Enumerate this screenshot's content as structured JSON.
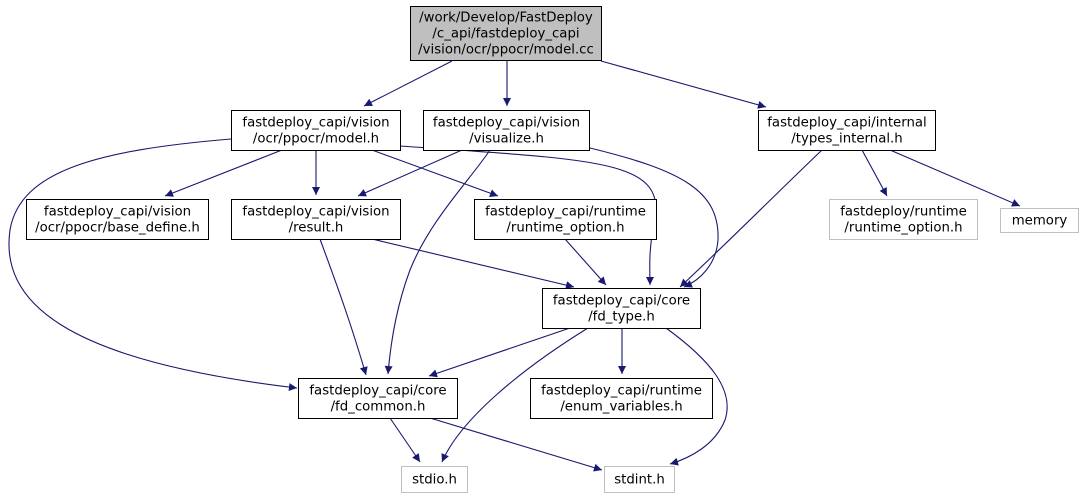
{
  "colors": {
    "edge": "#191970",
    "node_border": "#000000",
    "external_border": "#bfbfbf",
    "root_fill": "#bfbfbf",
    "node_fill": "#ffffff"
  },
  "nodes": [
    {
      "id": "root",
      "lines": [
        "/work/Develop/FastDeploy",
        "/c_api/fastdeploy_capi",
        "/vision/ocr/ppocr/model.cc"
      ]
    },
    {
      "id": "model_h",
      "lines": [
        "fastdeploy_capi/vision",
        "/ocr/ppocr/model.h"
      ]
    },
    {
      "id": "visualize_h",
      "lines": [
        "fastdeploy_capi/vision",
        "/visualize.h"
      ]
    },
    {
      "id": "types_internal_h",
      "lines": [
        "fastdeploy_capi/internal",
        "/types_internal.h"
      ]
    },
    {
      "id": "base_define_h",
      "lines": [
        "fastdeploy_capi/vision",
        "/ocr/ppocr/base_define.h"
      ]
    },
    {
      "id": "result_h",
      "lines": [
        "fastdeploy_capi/vision",
        "/result.h"
      ]
    },
    {
      "id": "capi_runtime_option_h",
      "lines": [
        "fastdeploy_capi/runtime",
        "/runtime_option.h"
      ]
    },
    {
      "id": "fd_runtime_option_h",
      "lines": [
        "fastdeploy/runtime",
        "/runtime_option.h"
      ]
    },
    {
      "id": "memory",
      "lines": [
        "memory"
      ]
    },
    {
      "id": "fd_type_h",
      "lines": [
        "fastdeploy_capi/core",
        "/fd_type.h"
      ]
    },
    {
      "id": "fd_common_h",
      "lines": [
        "fastdeploy_capi/core",
        "/fd_common.h"
      ]
    },
    {
      "id": "enum_variables_h",
      "lines": [
        "fastdeploy_capi/runtime",
        "/enum_variables.h"
      ]
    },
    {
      "id": "stdio_h",
      "lines": [
        "stdio.h"
      ]
    },
    {
      "id": "stdint_h",
      "lines": [
        "stdint.h"
      ]
    }
  ],
  "edges": [
    [
      "root",
      "model_h"
    ],
    [
      "root",
      "visualize_h"
    ],
    [
      "root",
      "types_internal_h"
    ],
    [
      "model_h",
      "base_define_h"
    ],
    [
      "model_h",
      "result_h"
    ],
    [
      "model_h",
      "capi_runtime_option_h"
    ],
    [
      "model_h",
      "fd_type_h"
    ],
    [
      "model_h",
      "fd_common_h"
    ],
    [
      "visualize_h",
      "result_h"
    ],
    [
      "visualize_h",
      "fd_type_h"
    ],
    [
      "visualize_h",
      "fd_common_h"
    ],
    [
      "types_internal_h",
      "fd_type_h"
    ],
    [
      "types_internal_h",
      "fd_runtime_option_h"
    ],
    [
      "types_internal_h",
      "memory"
    ],
    [
      "result_h",
      "fd_type_h"
    ],
    [
      "result_h",
      "fd_common_h"
    ],
    [
      "capi_runtime_option_h",
      "fd_type_h"
    ],
    [
      "fd_type_h",
      "fd_common_h"
    ],
    [
      "fd_type_h",
      "enum_variables_h"
    ],
    [
      "fd_type_h",
      "stdio_h"
    ],
    [
      "fd_type_h",
      "stdint_h"
    ],
    [
      "fd_common_h",
      "stdio_h"
    ],
    [
      "fd_common_h",
      "stdint_h"
    ]
  ]
}
